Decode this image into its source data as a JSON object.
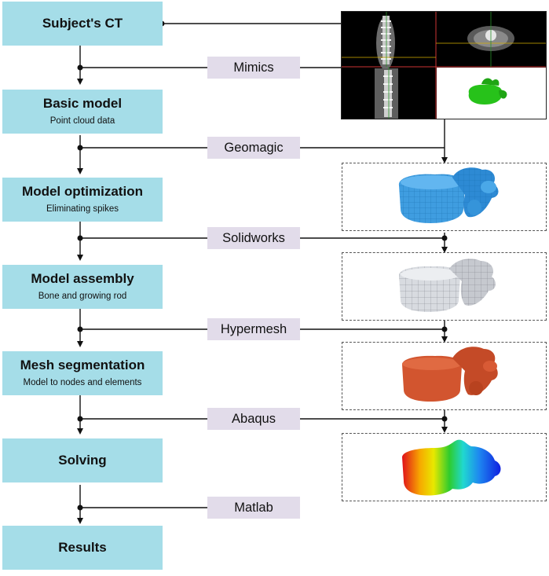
{
  "steps": [
    {
      "title": "Subject's CT",
      "subtitle": ""
    },
    {
      "title": "Basic model",
      "subtitle": "Point cloud data"
    },
    {
      "title": "Model optimization",
      "subtitle": "Eliminating spikes"
    },
    {
      "title": "Model assembly",
      "subtitle": "Bone and growing rod"
    },
    {
      "title": "Mesh segmentation",
      "subtitle": "Model to nodes and elements"
    },
    {
      "title": "Solving",
      "subtitle": ""
    },
    {
      "title": "Results",
      "subtitle": ""
    }
  ],
  "tools": [
    "Mimics",
    "Geomagic",
    "Solidworks",
    "Hypermesh",
    "Abaqus",
    "Matlab"
  ],
  "colors": {
    "step_box": "#a5dde8",
    "tool_box": "#e2dcea",
    "bone_blue": "#3f9de0",
    "bone_white": "#d8dbe0",
    "bone_orange": "#d2552f",
    "ct_green_model": "#27c21a"
  },
  "images": [
    {
      "name": "ct-scan-image"
    },
    {
      "name": "blue-vertebra-image"
    },
    {
      "name": "white-vertebra-image"
    },
    {
      "name": "orange-mesh-vertebra-image"
    },
    {
      "name": "fea-contour-vertebra-image"
    }
  ]
}
